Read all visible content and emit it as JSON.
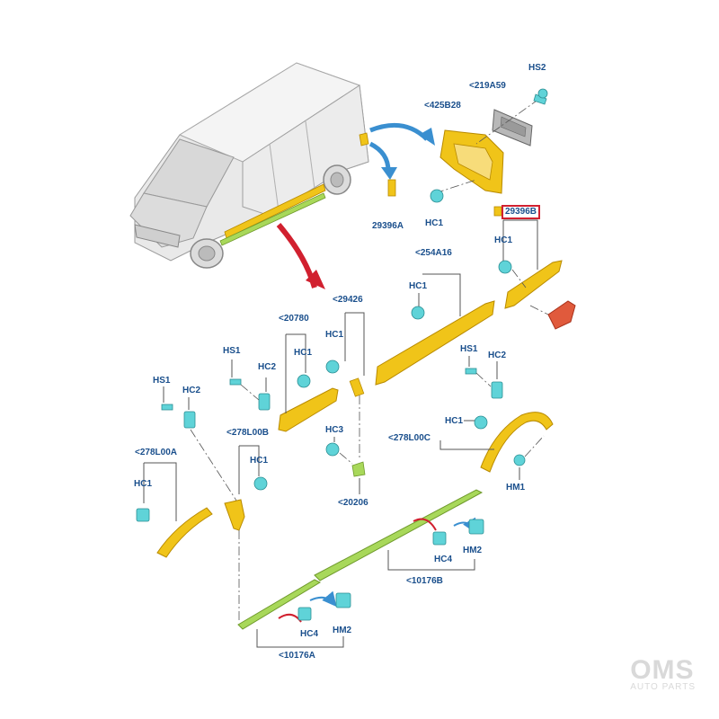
{
  "labels": {
    "hs2": "HS2",
    "l219A59": "<219A59",
    "l425B28": "<425B28",
    "hc1_mirror": "HC1",
    "l29396A": "29396A",
    "l29396B": "29396B",
    "hc1_29396b": "HC1",
    "l254A16": "<254A16",
    "hc1_254": "HC1",
    "l29426": "<29426",
    "l20780": "<20780",
    "hs1_left": "HS1",
    "hc1_29426": "HC1",
    "hc2_20780": "HC2",
    "hc1_20780": "HC1",
    "hs1_right": "HS1",
    "hc2_right": "HC2",
    "hs1_far": "HS1",
    "hc2_far": "HC2",
    "l278L00B": "<278L00B",
    "hc1_278b": "HC1",
    "l278L00C": "<278L00C",
    "hc1_278c": "HC1",
    "l278L00A": "<278L00A",
    "hc1_278a": "HC1",
    "hc3": "HC3",
    "l20206": "<20206",
    "hm1": "HM1",
    "hm2_right": "HM2",
    "hc4_right": "HC4",
    "l10176B": "<10176B",
    "hm2_left": "HM2",
    "hc4_left": "HC4",
    "l10176A": "<10176A"
  },
  "watermark": {
    "title": "OMS",
    "subtitle": "AUTO PARTS"
  },
  "colors": {
    "label": "#1a4f8c",
    "part_fill": "#f0c419",
    "part_stroke": "#b88a00",
    "clip_fill": "#5fd3d8",
    "green_fill": "#a8d85a",
    "red_arrow": "#d1202f",
    "blue_arrow": "#3a8fd0",
    "highlight_box": "#d1202f"
  }
}
